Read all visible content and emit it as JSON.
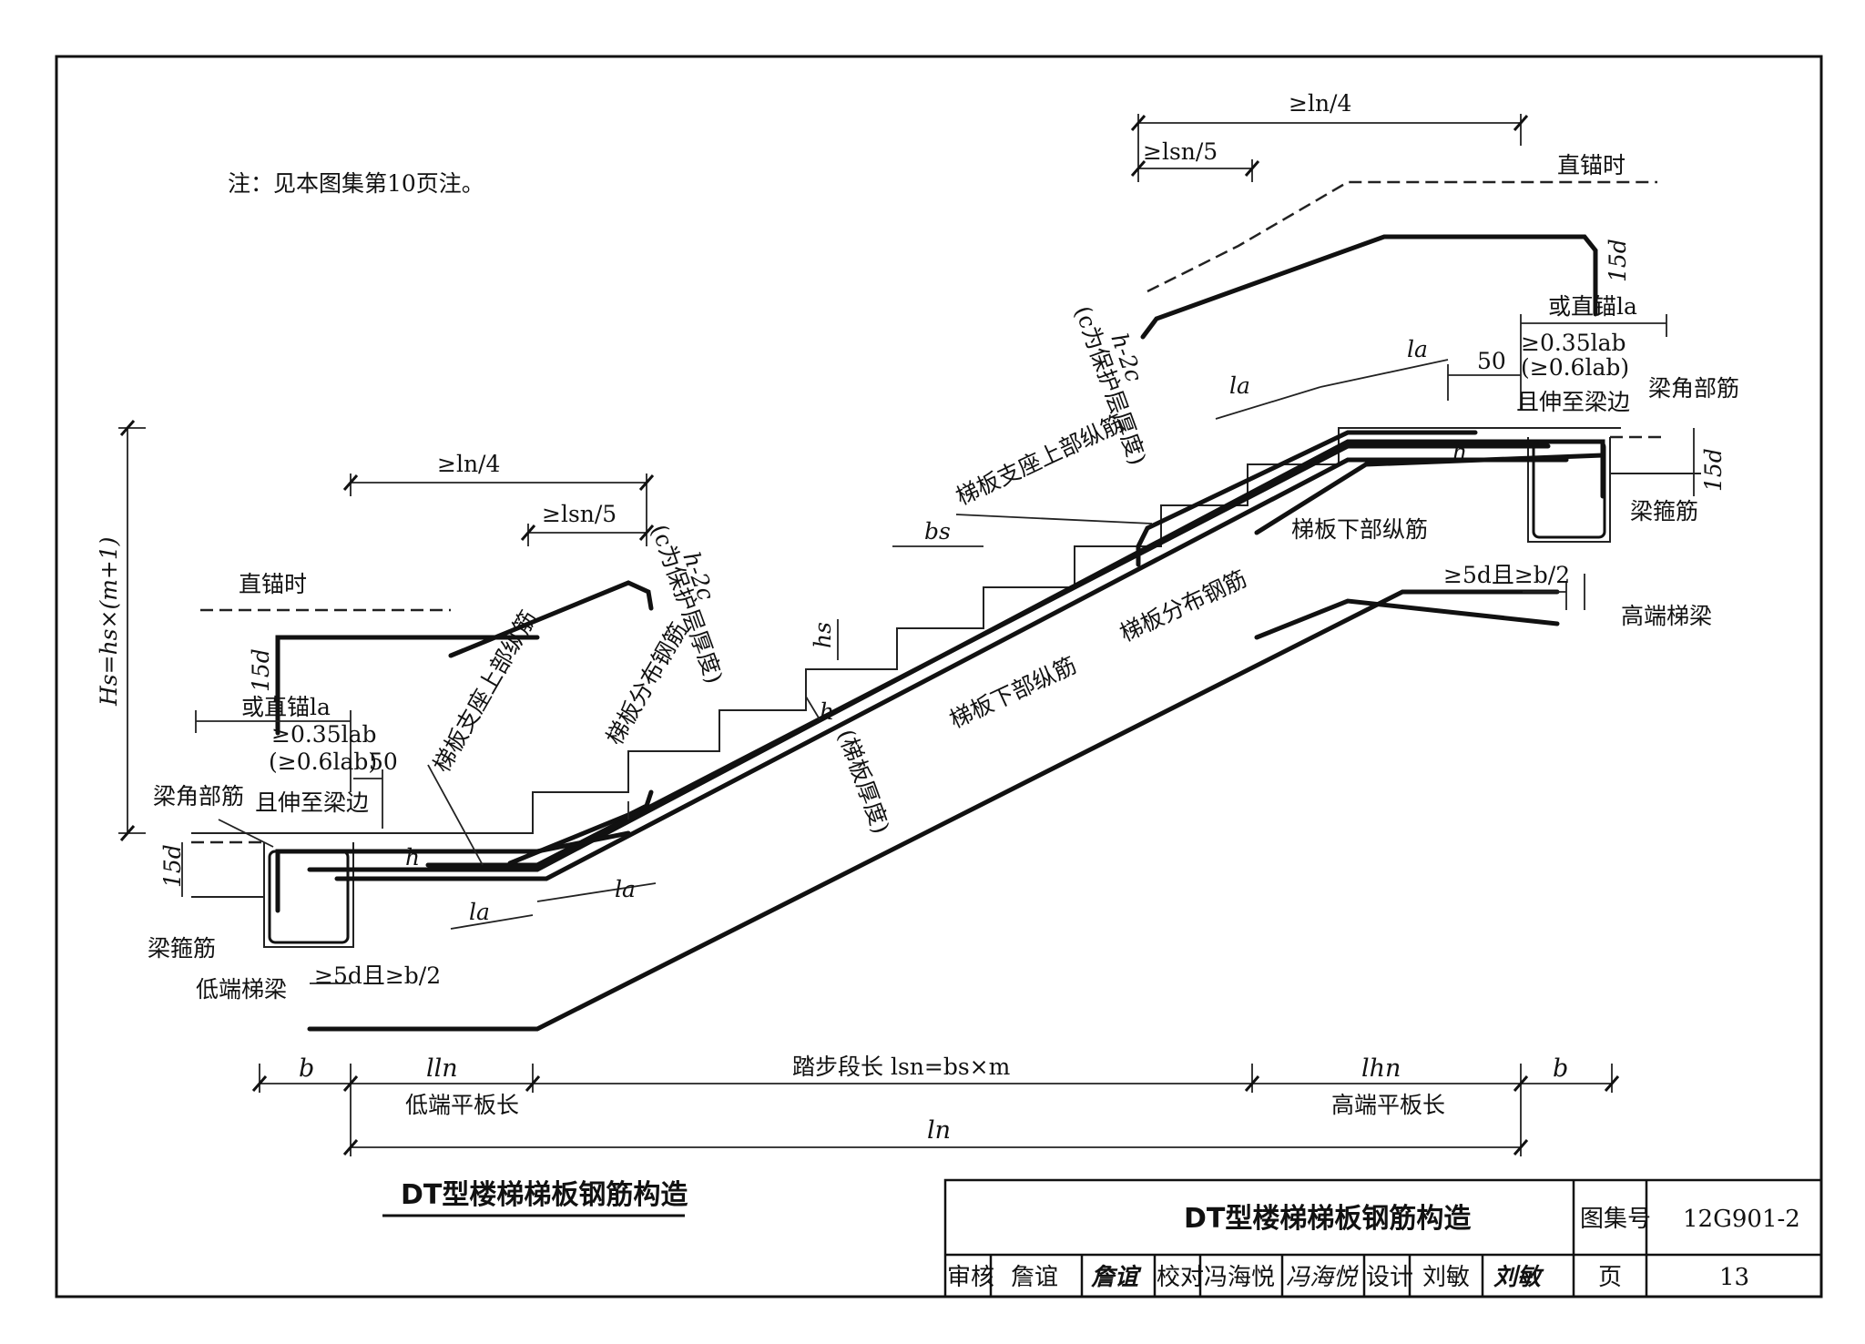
{
  "note": "注：见本图集第10页注。",
  "labels": {
    "top_ln4": "≥ln/4",
    "top_lsn5": "≥lsn/5",
    "top_straight": "直锚时",
    "top_15d": "15d",
    "top_or_la": "或直锚la",
    "top_035": "≥0.35lab",
    "top_06": "(≥0.6lab)",
    "top_extend": "且伸至梁边",
    "top_50": "50",
    "top_corner": "梁角部筋",
    "top_15d_b": "15d",
    "top_stirrup": "梁箍筋",
    "top_5d": "≥5d且≥b/2",
    "top_beam": "高端梯梁",
    "top_h2c": "h-2c",
    "top_h2c_note": "(c为保护层厚度)",
    "upper_bar_r": "梯板支座上部纵筋",
    "la_1": "la",
    "la_2": "la",
    "h_r": "h",
    "lower_bar_r": "梯板下部纵筋",
    "dist_r": "梯板分布钢筋",
    "lower_bar_mid": "梯板下部纵筋",
    "bs": "bs",
    "hs": "hs",
    "h_mid": "h",
    "h_note": "(梯板厚度)",
    "left_ln4": "≥ln/4",
    "left_lsn5": "≥lsn/5",
    "left_h2c": "h-2c",
    "left_h2c_note": "(c为保护层厚度)",
    "left_straight": "直锚时",
    "left_15d": "15d",
    "left_or_la": "或直锚la",
    "left_035": "≥0.35lab",
    "left_06": "(≥0.6lab)",
    "left_50": "50",
    "left_corner": "梁角部筋",
    "left_extend": "且伸至梁边",
    "left_15d_b": "15d",
    "left_h": "h",
    "left_stirrup": "梁箍筋",
    "left_5d": "≥5d且≥b/2",
    "left_beam": "低端梯梁",
    "left_la_1": "la",
    "left_la_2": "la",
    "left_upper_bar": "梯板支座上部纵筋",
    "left_dist": "梯板分布钢筋",
    "Hs": "Hs=hs×(m+1)"
  },
  "dims": {
    "b_left": "b",
    "lln": "lln",
    "lln_text": "低端平板长",
    "lsn": "踏步段长  lsn=bs×m",
    "lhn": "lhn",
    "lhn_text": "高端平板长",
    "b_right": "b",
    "ln": "ln"
  },
  "drawing_title": "DT型楼梯梯板钢筋构造",
  "title_block": {
    "title": "DT型楼梯梯板钢筋构造",
    "atlas_label": "图集号",
    "atlas_no": "12G901-2",
    "review_label": "审核",
    "reviewer": "詹谊",
    "reviewer_sig": "詹谊",
    "check_label": "校对",
    "checker": "冯海悦",
    "checker_sig": "冯海悦",
    "design_label": "设计",
    "designer": "刘敏",
    "designer_sig": "刘敏",
    "page_label": "页",
    "page_no": "13"
  }
}
